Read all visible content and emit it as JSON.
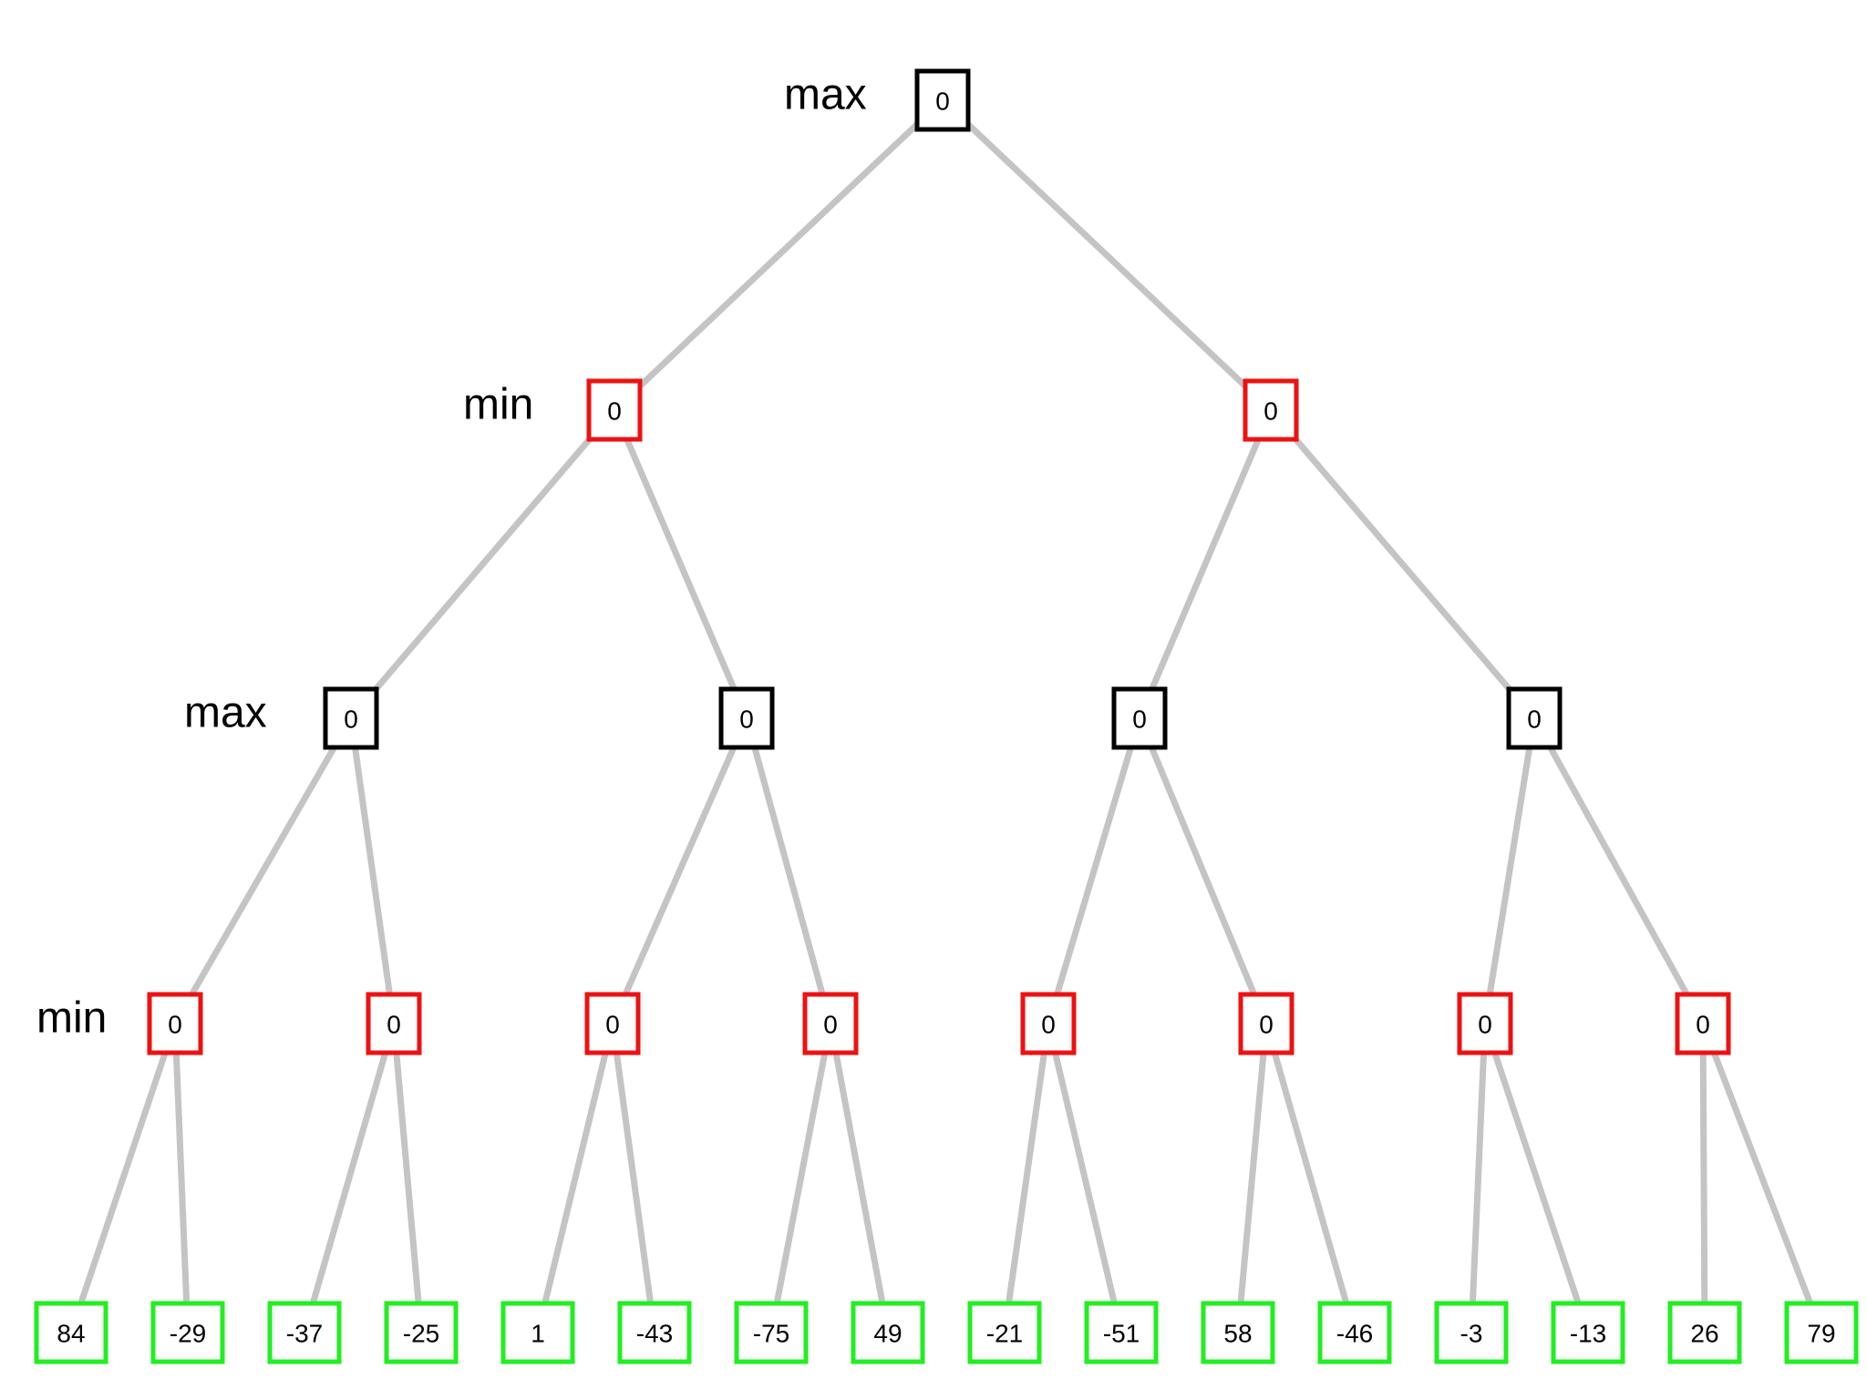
{
  "diagram": {
    "type": "game-tree",
    "level_labels": [
      "max",
      "min",
      "max",
      "min"
    ],
    "colors": {
      "max_node": "#000000",
      "min_node": "#ee1111",
      "leaf_node": "#22ee22",
      "edge": "#c4c4c4",
      "background": "#ffffff"
    },
    "levels": [
      {
        "kind": "max",
        "values": [
          "0"
        ]
      },
      {
        "kind": "min",
        "values": [
          "0",
          "0"
        ]
      },
      {
        "kind": "max",
        "values": [
          "0",
          "0",
          "0",
          "0"
        ]
      },
      {
        "kind": "min",
        "values": [
          "0",
          "0",
          "0",
          "0",
          "0",
          "0",
          "0",
          "0"
        ]
      },
      {
        "kind": "leaf",
        "values": [
          "84",
          "-29",
          "-37",
          "-25",
          "1",
          "-43",
          "-75",
          "49",
          "-21",
          "-51",
          "58",
          "-46",
          "-3",
          "-13",
          "26",
          "79"
        ]
      }
    ]
  }
}
